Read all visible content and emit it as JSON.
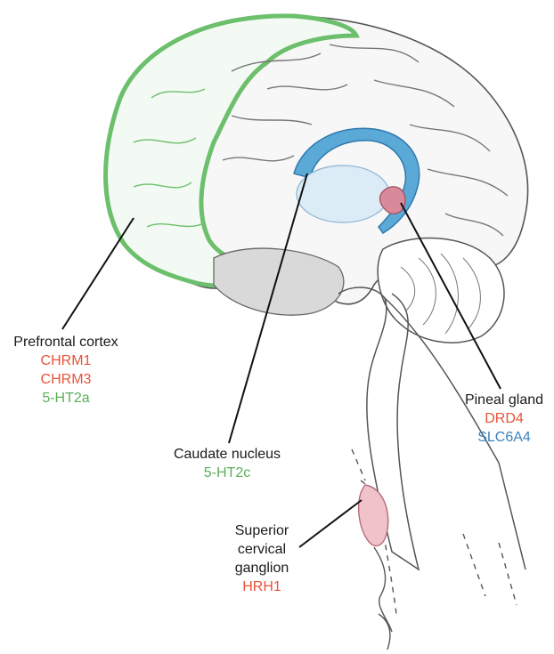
{
  "colors": {
    "cholinergic": "#e8533a",
    "serotonin_receptor": "#5aaf5a",
    "transporter": "#3a80c0",
    "histamine": "#e8533a",
    "outline": "#555555",
    "cortex_green": "#6cbf6c",
    "caudate_blue": "#5aa9d6",
    "pineal_pink": "#d98a9a"
  },
  "labels": {
    "prefrontal": {
      "title": "Prefrontal cortex",
      "genes": [
        {
          "name": "CHRM1",
          "color": "#e8533a"
        },
        {
          "name": "CHRM3",
          "color": "#e8533a"
        },
        {
          "name": "5-HT2a",
          "color": "#5aaf5a"
        }
      ]
    },
    "caudate": {
      "title": "Caudate nucleus",
      "genes": [
        {
          "name": "5-HT2c",
          "color": "#5aaf5a"
        }
      ]
    },
    "pineal": {
      "title": "Pineal gland",
      "genes": [
        {
          "name": "DRD4",
          "color": "#e8533a"
        },
        {
          "name": "SLC6A4",
          "color": "#3a80c0"
        }
      ]
    },
    "superior": {
      "title_lines": [
        "Superior",
        "cervical",
        "ganglion"
      ],
      "genes": [
        {
          "name": "HRH1",
          "color": "#e8533a"
        }
      ]
    }
  }
}
